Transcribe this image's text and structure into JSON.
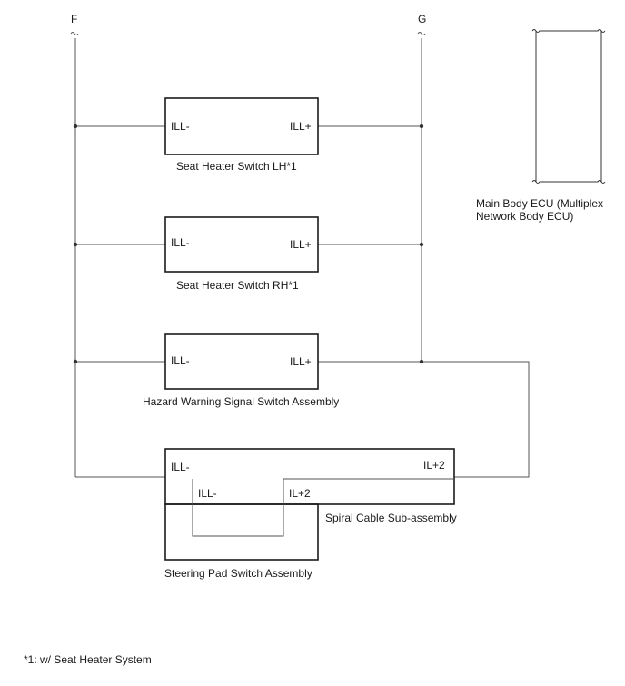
{
  "connectors": {
    "left": "F",
    "right": "G"
  },
  "ecu": {
    "line1": "Main Body ECU (Multiplex",
    "line2": "Network Body ECU)"
  },
  "seat_lh": {
    "pin_left": "ILL-",
    "pin_right": "ILL+",
    "title": "Seat Heater Switch LH*1"
  },
  "seat_rh": {
    "pin_left": "ILL-",
    "pin_right": "ILL+",
    "title": "Seat Heater Switch RH*1"
  },
  "hazard": {
    "pin_left": "ILL-",
    "pin_right": "ILL+",
    "title": "Hazard Warning Signal Switch Assembly"
  },
  "spiral": {
    "pin_ill_minus": "ILL-",
    "pin_il_plus2": "IL+2",
    "title": "Spiral Cable Sub-assembly"
  },
  "steering": {
    "pin_ill_minus": "ILL-",
    "pin_il_plus2": "IL+2",
    "title": "Steering Pad Switch Assembly"
  },
  "footnote": "*1: w/ Seat Heater System",
  "colors": {
    "line": "#555555",
    "box": "#1a1a1a",
    "text": "#1a1a1a"
  }
}
